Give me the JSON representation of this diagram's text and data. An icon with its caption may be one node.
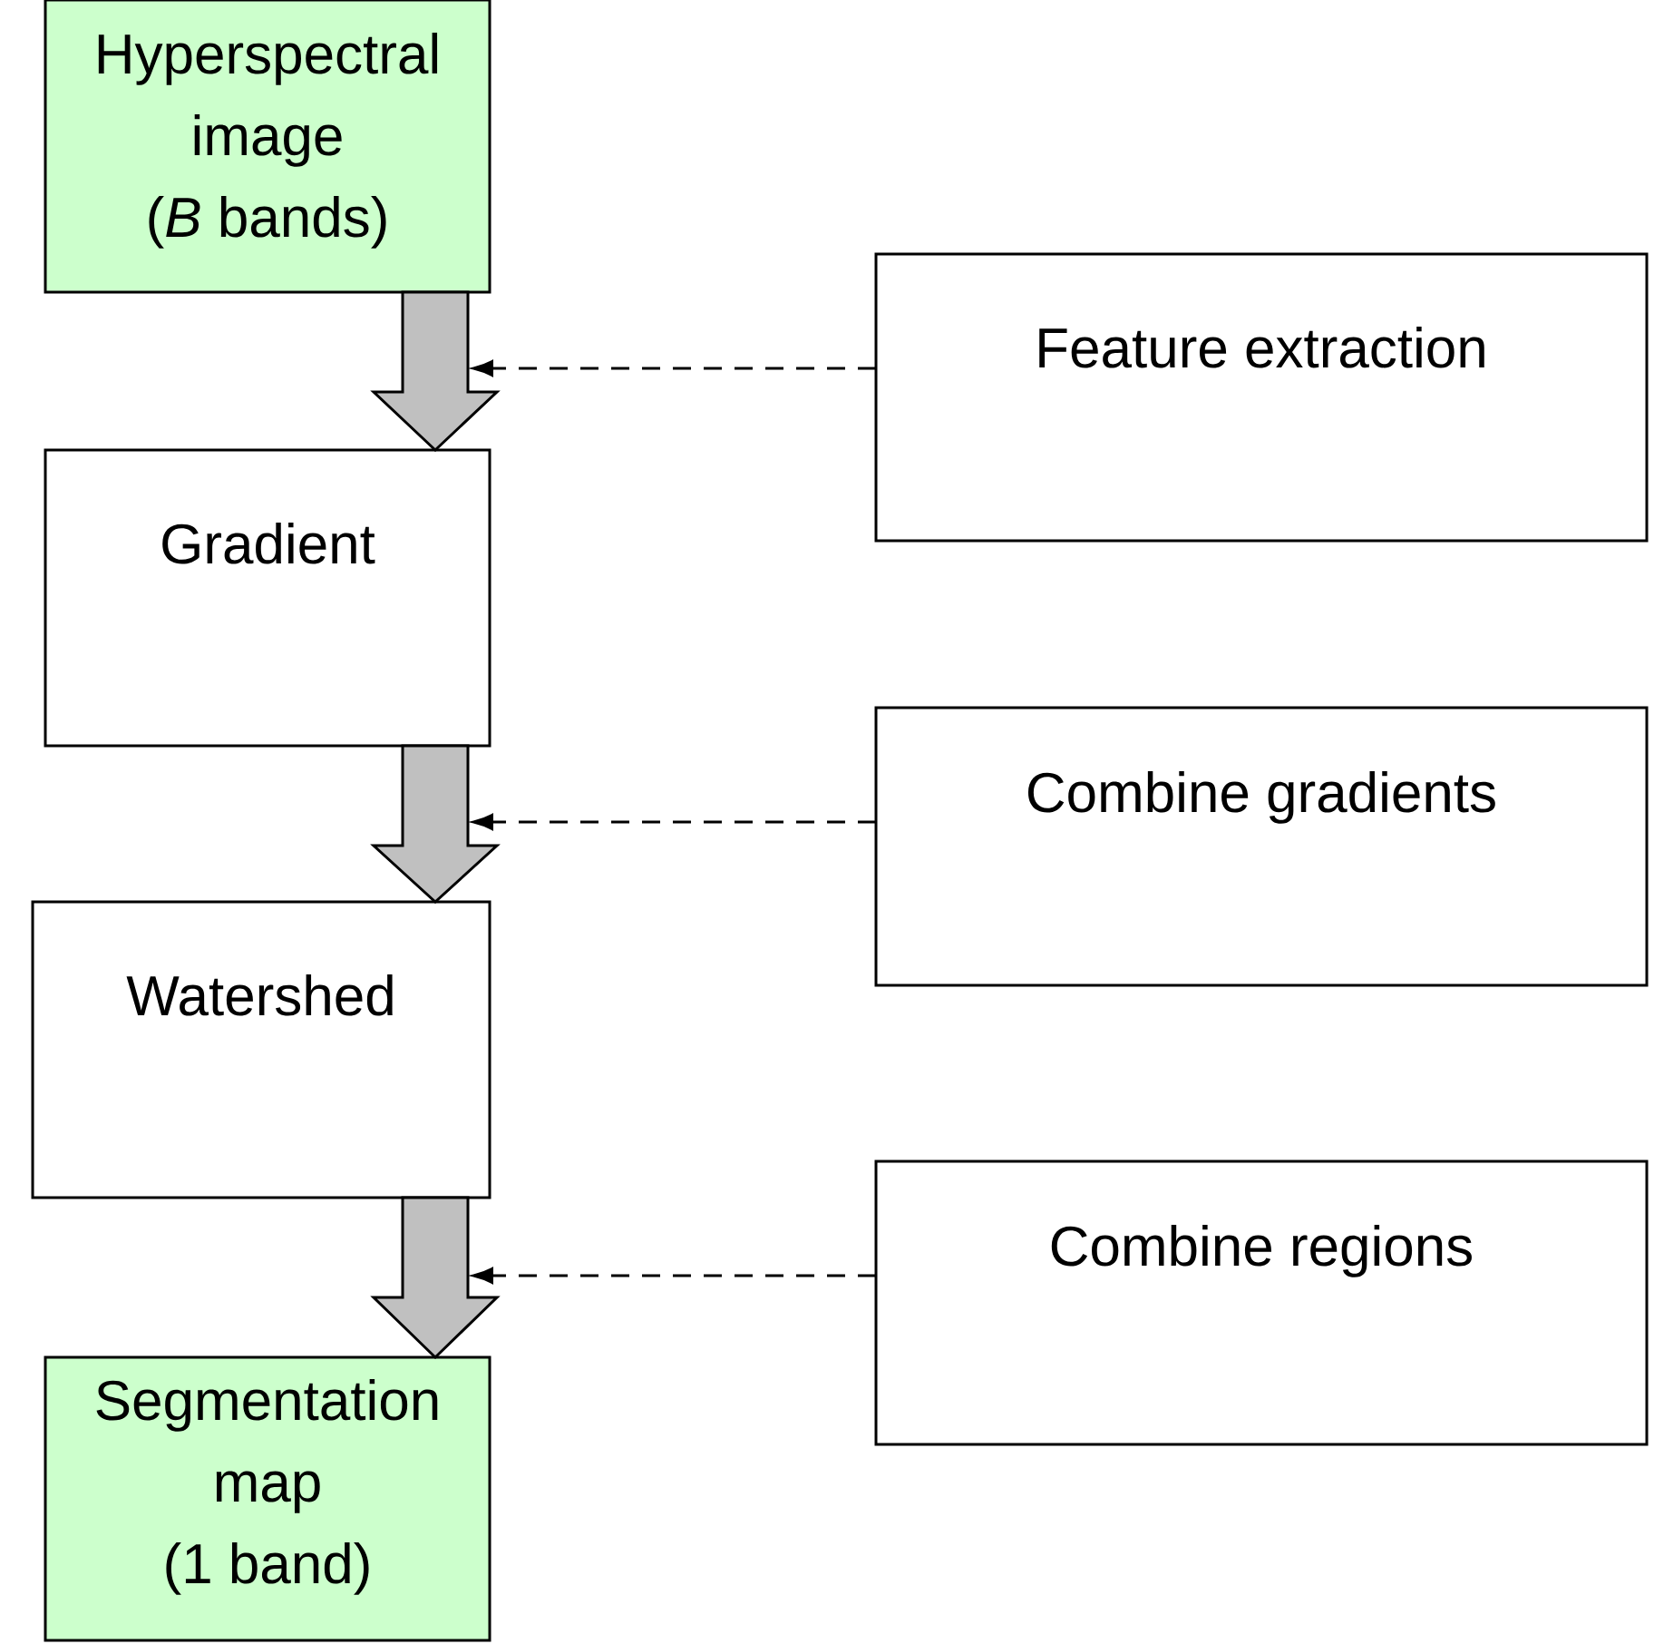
{
  "diagram": {
    "nodes": [
      {
        "text": [
          "Hyperspectral image",
          "(*B* bands)"
        ]
      },
      {
        "text": [
          "Feature extraction"
        ]
      },
      {
        "text": [
          "Gradient"
        ]
      },
      {
        "text": [
          "Combine gradients"
        ]
      },
      {
        "text": [
          "Watershed"
        ]
      },
      {
        "text": [
          "Combine regions"
        ]
      },
      {
        "text": [
          "Segmentation map",
          "(1 band)"
        ]
      }
    ],
    "edges": [
      {
        "from": 0,
        "to": 2,
        "arrow": "to",
        "style": "thick"
      },
      {
        "from": 1,
        "to": null,
        "arrow": "to",
        "style": "dashed"
      },
      {
        "from": 2,
        "to": 4,
        "arrow": "to",
        "style": "thick"
      },
      {
        "from": 3,
        "to": null,
        "arrow": "to",
        "style": "dashed"
      },
      {
        "from": 4,
        "to": 6,
        "arrow": "to",
        "style": "thick"
      },
      {
        "from": 5,
        "to": null,
        "arrow": "to",
        "style": "dashed"
      }
    ]
  }
}
